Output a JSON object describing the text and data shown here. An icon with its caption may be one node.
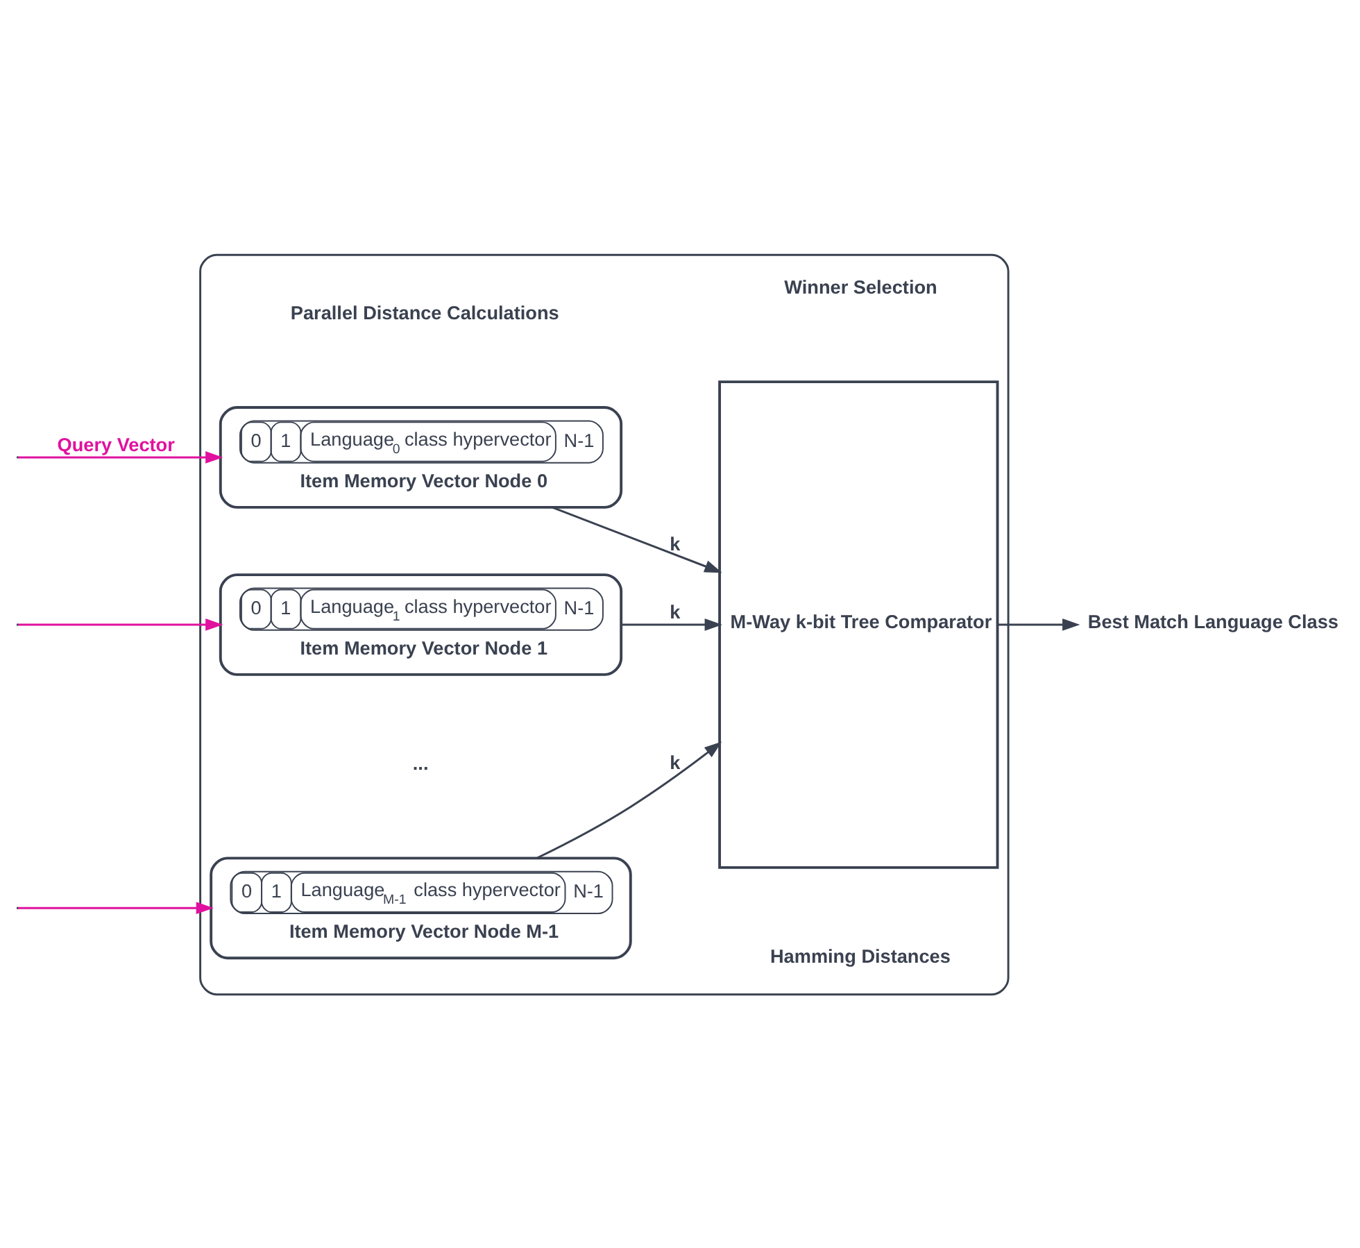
{
  "diagram": {
    "nodes": [
      {
        "text": [],
        "shape": "box"
      },
      {
        "text": [
          "0",
          "1",
          "Language$_{0}$ class hypervector",
          "N-1",
          "Item Memory Vector Node 0"
        ],
        "in": 0
      },
      {
        "text": [
          "0",
          "1",
          "Language$_{1}$ class hypervector",
          "N-1",
          "Item Memory Vector Node 1"
        ],
        "in": 0
      },
      {
        "text": [
          "0",
          "1",
          "Language$_{M-1}$ class hypervector",
          "N-1",
          "Item Memory Vector Node M-1"
        ],
        "in": 0
      },
      {
        "text": [
          "M-Way k-bit Tree Comparator"
        ],
        "in": 0
      },
      {
        "text": [
          "Best Match Language Class"
        ]
      }
    ],
    "edges": [
      {
        "from": null,
        "to": 1,
        "arrow": "to",
        "color": "#e0119f",
        "label": "Query Vector"
      },
      {
        "from": null,
        "to": 2,
        "arrow": "to",
        "color": "#e0119f"
      },
      {
        "from": null,
        "to": 3,
        "arrow": "to",
        "color": "#e0119f"
      },
      {
        "from": 1,
        "to": 4,
        "arrow": "to",
        "label": "k"
      },
      {
        "from": 2,
        "to": 4,
        "arrow": "to",
        "label": "k"
      },
      {
        "from": 3,
        "to": 4,
        "arrow": "to",
        "label": "k"
      },
      {
        "from": 4,
        "to": 5,
        "arrow": "to"
      }
    ],
    "labels": [
      "Parallel Distance Calculations",
      "Winner Selection",
      "...",
      "Hamming Distances"
    ]
  }
}
